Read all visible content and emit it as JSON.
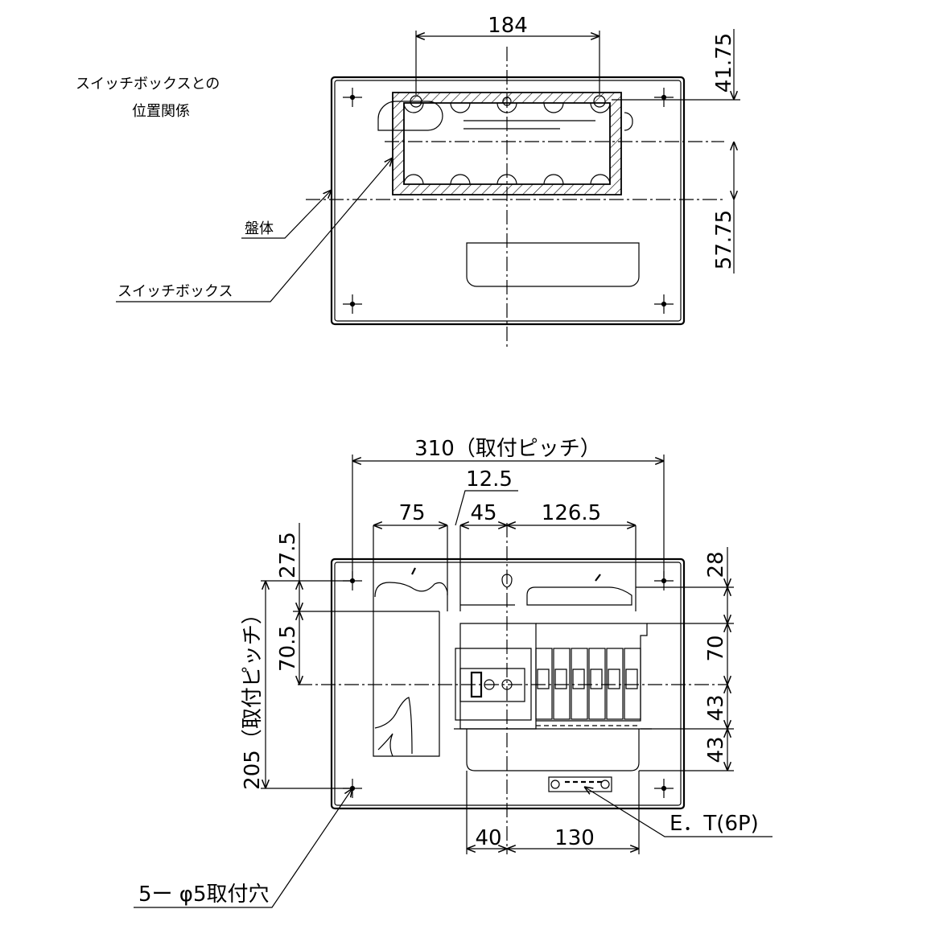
{
  "top_view": {
    "title_line1": "スイッチボックスとの",
    "title_line2": "位置関係",
    "label_body": "盤体",
    "label_switchbox": "スイッチボックス",
    "dim_width": "184",
    "dim_top_offset": "41.75",
    "dim_center_offset": "57.75"
  },
  "bottom_view": {
    "dim_pitch_horizontal": "310（取付ピッチ）",
    "dim_12_5": "12.5",
    "dim_75": "75",
    "dim_45": "45",
    "dim_126_5": "126.5",
    "dim_27_5": "27.5",
    "dim_70_5": "70.5",
    "dim_pitch_vertical": "205（取付ピッチ）",
    "dim_28": "28",
    "dim_70": "70",
    "dim_43_a": "43",
    "dim_43_b": "43",
    "dim_40": "40",
    "dim_130": "130",
    "label_et": "E．T(6P)",
    "label_holes": "5ー φ5取付穴"
  }
}
